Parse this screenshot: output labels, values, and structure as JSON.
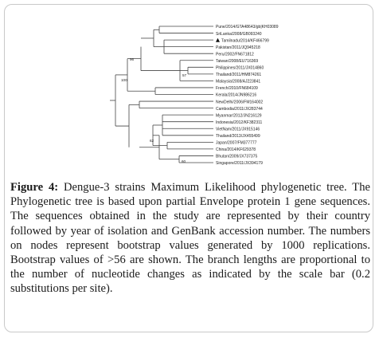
{
  "figure": {
    "label": "Figure 4:",
    "text": " Dengue-3 strains Maximum Likelihood phylogenetic tree. The Phylogenetic tree is based upon partial Envelope protein 1 gene sequences. The sequences obtained in the study are represented by their country followed by year of isolation and GenBank accession number. The numbers on nodes represent bootstrap values generated by 1000 replications. Bootstrap values of >56 are shown. The branch lengths are proportional to the number of nucleotide changes as indicated by the scale bar (0.2 substitutions per site)."
  },
  "tree": {
    "taxa": [
      "Pune/2014/GTA48643/gb|KH03089",
      "SriLanka/2008/GB093240",
      "Tamilnadu/2014/KF466799",
      "Pakistan/2011/JQ945218",
      "Peru/2002/FN671812",
      "Taiwan/2008/EU716369",
      "Philippines/2011/JX014860",
      "Thailand/2011/HM874261",
      "Malaysia/2008/AJ223841",
      "French/2010/FN684109",
      "Kerala/2014/JN986216",
      "NewDelhi/2006/FM164002",
      "Cambodia/2011/JX283744",
      "Myanmar/2012/JN216129",
      "Indonesia/2012/KF382311",
      "VietNam/2011/JX915146",
      "Thailand/2013/JX455499",
      "Japan/2007/FM377777",
      "China/2014/KF629378",
      "Bhutan/2009/JX737375",
      "Singapore/2011/JX394179"
    ],
    "marked_taxon": "Tamilnadu/2014/KF466799",
    "bootstrap": [
      "96",
      "57",
      "100",
      "62",
      "60"
    ]
  }
}
